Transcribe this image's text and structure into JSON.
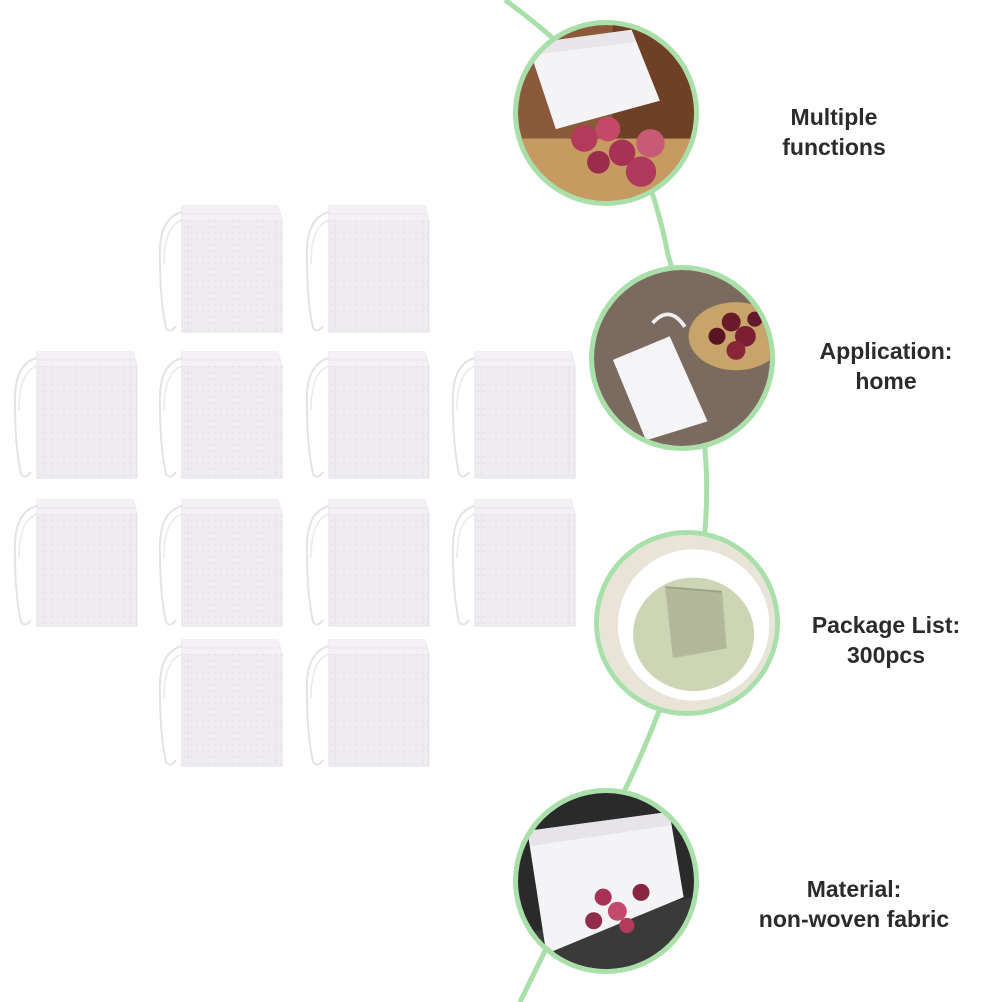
{
  "features": [
    {
      "line1": "Multiple",
      "line2": "functions",
      "photo": "tea-bag-with-rose-buds"
    },
    {
      "line1": "Application:",
      "line2": "home",
      "photo": "tea-bag-with-hibiscus"
    },
    {
      "line1": "Package List:",
      "line2": "300pcs",
      "photo": "tea-bag-in-cup"
    },
    {
      "line1": "Material:",
      "line2": "non-woven fabric",
      "photo": "tea-bag-with-rose-buds-closeup"
    }
  ],
  "bag_count_shown": 12,
  "colors": {
    "accent_line": "#a9dfa9",
    "bag_fabric": "#efedf0",
    "label_text": "#2b2b2b"
  }
}
